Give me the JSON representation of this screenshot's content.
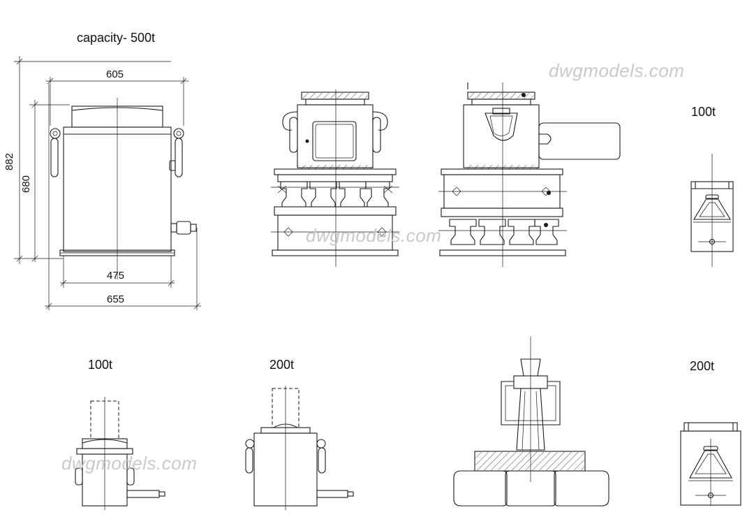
{
  "title": "capacity- 500t",
  "watermark": "dwgmodels.com",
  "dimensions": {
    "top_width": "605",
    "overall_height": "882",
    "body_height": "680",
    "base_width": "475",
    "overall_width": "655"
  },
  "labels": {
    "side_view_100t": "100t",
    "front_100t": "100t",
    "front_200t": "200t",
    "side_view_200t": "200t"
  },
  "colors": {
    "line": "#1a1a1a",
    "watermark": "#c9c9c9",
    "background": "#ffffff"
  }
}
